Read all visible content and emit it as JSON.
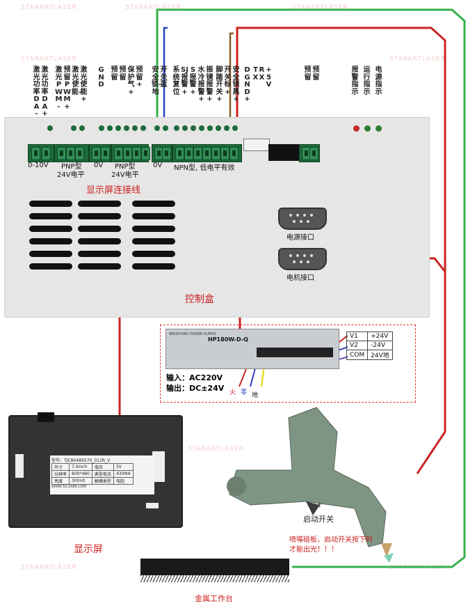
{
  "top_labels": {
    "left": [
      "激光功率DA-",
      "激光功率DA+",
      "激光PWM-",
      "预留PWM+",
      "激光使能-",
      "激光使能+",
      "GND",
      "预留",
      "预留",
      "保护气+",
      "预留+",
      "安全锁-地",
      "开关蓝",
      "系统复位",
      "SJ报警+",
      "S报警+",
      "水冷报警+",
      "振镜报警+",
      "脚踏开关+",
      "开关标+",
      "安全锁黑+",
      "DGND+",
      "TX",
      "RX",
      "+5V"
    ],
    "right_reserve": [
      "预留",
      "预留"
    ],
    "right_status": [
      "报警指示",
      "运行指示",
      "电源指示"
    ]
  },
  "box_labels": {
    "analog": "0-10V",
    "pnp1_line1": "PNP型",
    "pnp1_line2": "24V电平",
    "zero1": "0V",
    "pnp2_line1": "PNP型",
    "pnp2_line2": "24V电平",
    "zero2": "0V",
    "npn": "NPN型, 低电平有效",
    "display_cable": "显示屏连接线",
    "power_port": "电源接口",
    "motor_port": "电机接口",
    "control_box": "控制盒"
  },
  "psu": {
    "brand": "WEIZHONG POWER SUPPLY",
    "model": "HP180W-D-Q",
    "volt_table": [
      [
        "V1",
        "+24V"
      ],
      [
        "V2",
        "-24V"
      ],
      [
        "COM",
        "24V地"
      ]
    ],
    "input": "输入：AC220V",
    "output": "输出：DC±24V",
    "wires": [
      "火",
      "零",
      "地"
    ]
  },
  "screen": {
    "model_line": "型号：TJC8048X570_011R_V",
    "spec_rows": [
      [
        "尺寸",
        "7.0inch",
        "电压",
        "5V"
      ],
      [
        "分辨率",
        "800*480",
        "典型电流",
        "430MA"
      ],
      [
        "亮度",
        "300nit",
        "触摸类型",
        "电阻"
      ]
    ],
    "url": "WWW.TJC1688.COM",
    "caption": "显示屏"
  },
  "gun": {
    "switch_label": "启动开关",
    "note_line1": "喷嘴碰板，启动开关按下时",
    "note_line2": "才能出光！！！"
  },
  "table_label": "金属工作台",
  "watermark": "STARARTLASER",
  "colors": {
    "wire_red": "#cc2222",
    "wire_green": "#33b04a",
    "wire_blue": "#2a3fbf",
    "wire_brown": "#8b5a2b",
    "accent_red_text": "#cc1f1f"
  }
}
